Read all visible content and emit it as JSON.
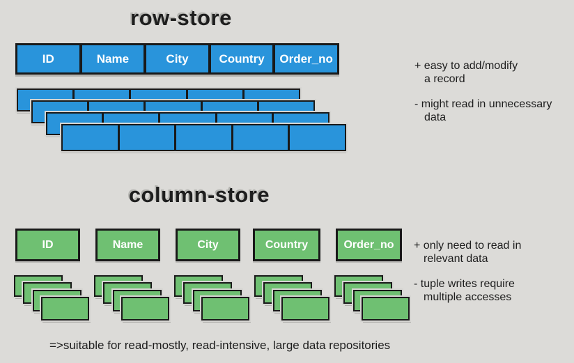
{
  "row_store": {
    "title": "row-store",
    "columns": [
      "ID",
      "Name",
      "City",
      "Country",
      "Order_no"
    ],
    "stacked_record_rows": 4,
    "pro_note": "+ easy to add/modify\na record",
    "con_note": "- might read in unnecessary\ndata"
  },
  "column_store": {
    "title": "column-store",
    "columns": [
      "ID",
      "Name",
      "City",
      "Country",
      "Order_no"
    ],
    "cards_per_column_stack": 4,
    "pro_note": "+ only need to read in\nrelevant data",
    "con_note": "- tuple writes require\nmultiple accesses"
  },
  "footer_note": "=>suitable for read-mostly, read-intensive, large data repositories",
  "colors": {
    "background": "#dcdbd8",
    "row_fill": "#2994db",
    "column_fill": "#6fc072",
    "cell_border": "#191919",
    "cell_text": "#ffffff",
    "text_dark": "#1d1d1d"
  }
}
